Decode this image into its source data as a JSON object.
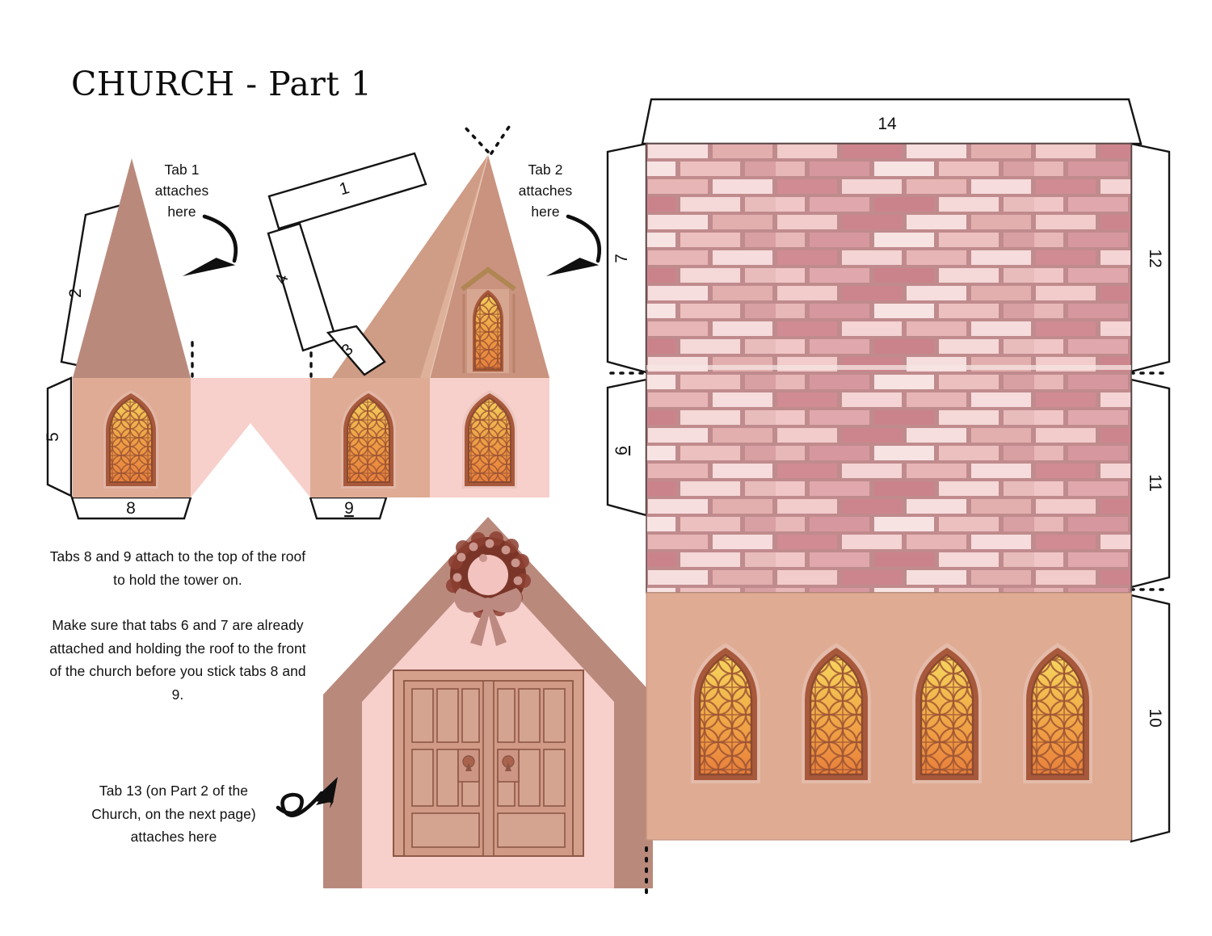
{
  "document": {
    "title": "CHURCH - Part 1",
    "type": "papercraft-template"
  },
  "callouts": [
    {
      "id": "tab1",
      "lines": [
        "Tab 1",
        "attaches",
        "here"
      ],
      "text": "Tab 1 attaches here"
    },
    {
      "id": "tab2",
      "lines": [
        "Tab 2",
        "attaches",
        "here"
      ],
      "text": "Tab 2 attaches here"
    }
  ],
  "instructions": [
    {
      "id": "tabs-8-9",
      "text": "Tabs 8 and 9 attach to the top of the roof to hold the tower on."
    },
    {
      "id": "tabs-6-7",
      "text": "Make sure that tabs 6 and 7 are already attached and holding the roof to the front of the church before you stick tabs 8 and 9."
    },
    {
      "id": "tab-13",
      "text": "Tab 13 (on Part 2 of the Church, on the next page) attaches here"
    }
  ],
  "tabs": [
    {
      "number": "1",
      "underlined": false,
      "group": "tower-roof"
    },
    {
      "number": "2",
      "underlined": false,
      "group": "tower-roof"
    },
    {
      "number": "3",
      "underlined": false,
      "group": "tower-roof"
    },
    {
      "number": "4",
      "underlined": false,
      "group": "tower-roof"
    },
    {
      "number": "5",
      "underlined": false,
      "group": "tower-wall"
    },
    {
      "number": "6",
      "underlined": true,
      "group": "church-left"
    },
    {
      "number": "7",
      "underlined": false,
      "group": "church-left"
    },
    {
      "number": "8",
      "underlined": false,
      "group": "tower-base"
    },
    {
      "number": "9",
      "underlined": true,
      "group": "tower-base"
    },
    {
      "number": "10",
      "underlined": false,
      "group": "church-right"
    },
    {
      "number": "11",
      "underlined": false,
      "group": "church-right"
    },
    {
      "number": "12",
      "underlined": false,
      "group": "church-right"
    },
    {
      "number": "14",
      "underlined": false,
      "group": "church-top"
    }
  ],
  "palette": {
    "spire_dark": "#b08275",
    "spire_mid": "#c9937f",
    "spire_light": "#d8a58d",
    "tower_panel_tan": "#dba894",
    "tower_panel_pink": "#f6cfcc",
    "roof_mauve": "#b98a7c",
    "gable_pink": "#f7cfcb",
    "wall_tan": "#dfab92",
    "brick_mortar": "#c08b8d",
    "brick_pale": "#f8e2e2",
    "brick_light": "#f2cdcd",
    "brick_mid": "#e4adad",
    "brick_rose": "#d9999c",
    "brick_dark": "#c4787f",
    "window_top": "#f4d158",
    "window_mid": "#ef9f45",
    "window_bottom": "#e8803c",
    "window_frame": "#a8593c",
    "door_wood": "#d09a86",
    "door_line": "#8d5746",
    "wreath": "#7a3528",
    "wreath_berry": "#c9958c",
    "wreath_bow": "#bd8a82",
    "cut_line": "#1a1a1a",
    "ink": "#111111"
  },
  "parts": {
    "tower": {
      "name": "church-tower",
      "windows": 4,
      "window_style": "gothic-stained-glass"
    },
    "church_front": {
      "name": "church-front-gable",
      "door": "double-wooden-door",
      "decoration": "christmas-wreath"
    },
    "church_side": {
      "name": "church-side-wall",
      "texture": "brick",
      "windows": 4,
      "window_style": "gothic-stained-glass"
    }
  }
}
